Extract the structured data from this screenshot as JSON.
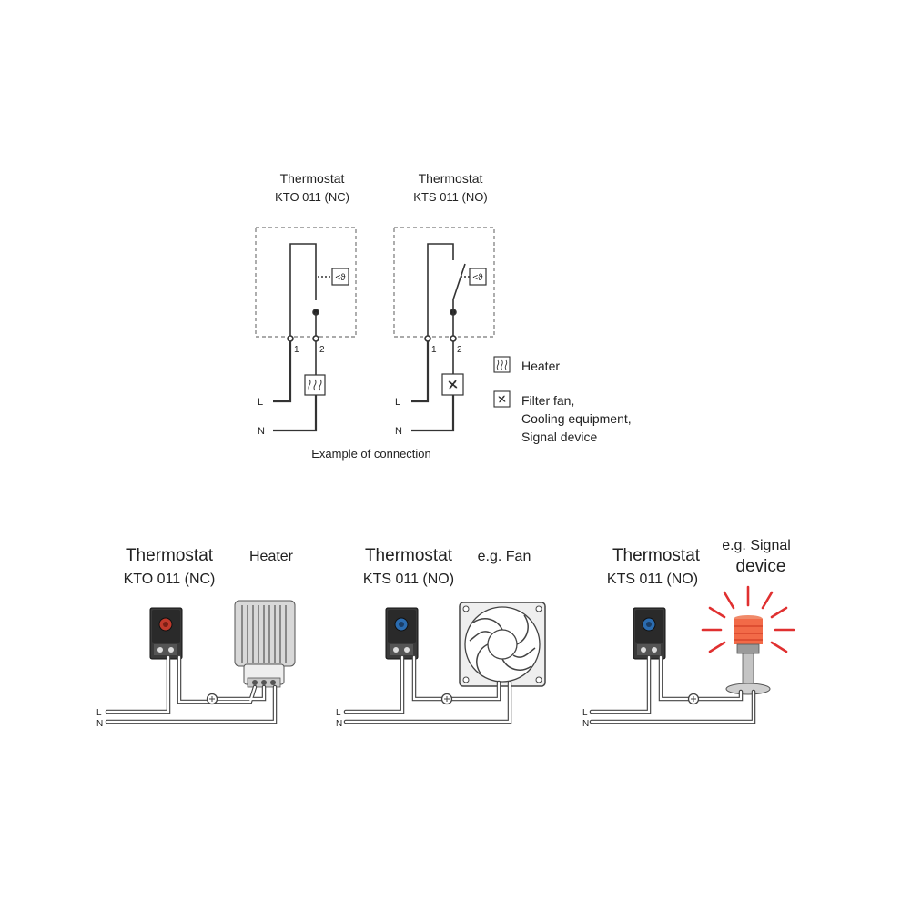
{
  "schematic": {
    "nc_title": "Thermostat",
    "nc_model": "KTO 011 (NC)",
    "no_title": "Thermostat",
    "no_model": "KTS 011 (NO)",
    "terminal_1": "1",
    "terminal_2": "2",
    "line_label": "L",
    "neutral_label": "N",
    "sensor_symbol": "<ϑ",
    "caption": "Example of connection"
  },
  "legend": {
    "heater": "Heater",
    "fan_line1": "Filter fan,",
    "fan_line2": "Cooling equipment,",
    "fan_line3": "Signal device"
  },
  "examples": [
    {
      "title": "Thermostat",
      "model": "KTO 011 (NC)",
      "device": "Heater",
      "line": "L",
      "neutral": "N",
      "knob_color": "#c0392b"
    },
    {
      "title": "Thermostat",
      "model": "KTS 011 (NO)",
      "device": "e.g. Fan",
      "line": "L",
      "neutral": "N",
      "knob_color": "#2b6cb0"
    },
    {
      "title": "Thermostat",
      "model": "KTS 011 (NO)",
      "device_line1": "e.g. Signal",
      "device_line2": "device",
      "line": "L",
      "neutral": "N",
      "knob_color": "#2b6cb0"
    }
  ]
}
